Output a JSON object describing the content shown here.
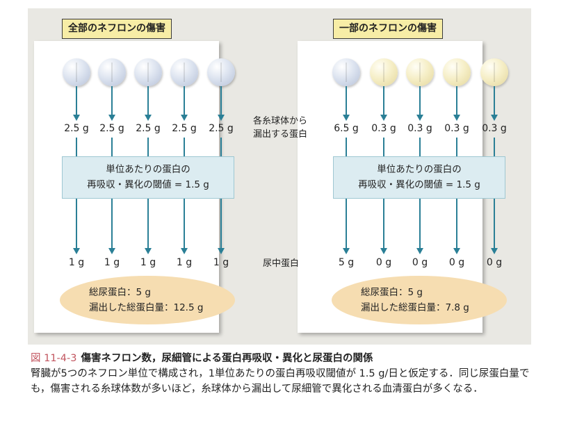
{
  "left_panel": {
    "title": "全部のネフロンの傷害",
    "glomeruli": [
      "blue",
      "blue",
      "blue",
      "blue",
      "blue"
    ],
    "leak_values": [
      "2.5 g",
      "2.5 g",
      "2.5 g",
      "2.5 g",
      "2.5 g"
    ],
    "threshold_line1": "単位あたりの蛋白の",
    "threshold_line2": "再吸収・異化の閾値 = 1.5 g",
    "urine_values": [
      "1 g",
      "1 g",
      "1 g",
      "1 g",
      "1 g"
    ],
    "total_urine": "総尿蛋白：5 g",
    "total_leak": "漏出した総蛋白量：12.5 g"
  },
  "right_panel": {
    "title": "一部のネフロンの傷害",
    "glomeruli": [
      "blue",
      "yellow",
      "yellow",
      "yellow",
      "yellow"
    ],
    "leak_values": [
      "6.5 g",
      "0.3 g",
      "0.3 g",
      "0.3 g",
      "0.3 g"
    ],
    "threshold_line1": "単位あたりの蛋白の",
    "threshold_line2": "再吸収・異化の閾値 = 1.5 g",
    "urine_values": [
      "5 g",
      "0 g",
      "0 g",
      "0 g",
      "0 g"
    ],
    "total_urine": "総尿蛋白：5 g",
    "total_leak": "漏出した総蛋白量：7.8 g"
  },
  "middle_labels": {
    "leak_line1": "各糸球体から",
    "leak_line2": "漏出する蛋白",
    "urine": "尿中蛋白"
  },
  "caption": {
    "number": "図 11-4-3",
    "title": "傷害ネフロン数，尿細管による蛋白再吸収・異化と尿蛋白の関係",
    "body": "腎臓が5つのネフロン単位で構成され，1単位あたりの蛋白再吸収閾値が 1.5 g/日と仮定する．同じ尿蛋白量でも，傷害される糸球体数が多いほど，糸球体から漏出して尿細管で異化される血清蛋白が多くなる．"
  },
  "colors": {
    "normal_glomerulus": "#c8d1e3",
    "damaged_glomerulus": "#f3eac0",
    "arrow": "#2a7f96",
    "threshold_box": "#dcecf1",
    "total_ellipse": "#f6ddb1",
    "title_tag": "#f7eda6",
    "figure_number": "#c2555f"
  }
}
